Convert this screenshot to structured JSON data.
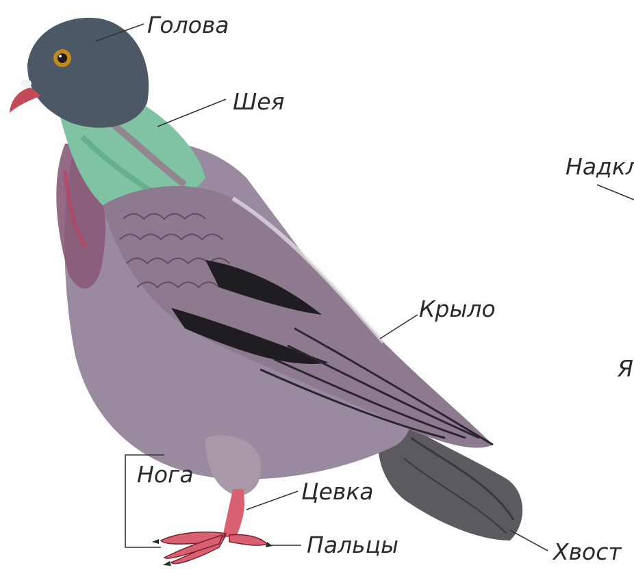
{
  "labels": {
    "head": "Голова",
    "neck": "Шея",
    "wing": "Крыло",
    "leg": "Нога",
    "tarsus": "Цевка",
    "toes": "Пальцы",
    "tail": "Хвост",
    "clipped_right_1": "Надкл",
    "clipped_right_2": "Я"
  },
  "colors": {
    "head": "#4d5866",
    "neck_green": "#7fc3a2",
    "neck_purple": "#9a6c8a",
    "breast": "#8a6f8a",
    "body": "#9a8aa0",
    "wing": "#6b5a6f",
    "wing_dark": "#1f1c22",
    "tail": "#5c5a60",
    "leg": "#d96070",
    "beak": "#c34a58",
    "eye": "#c08a1c"
  }
}
